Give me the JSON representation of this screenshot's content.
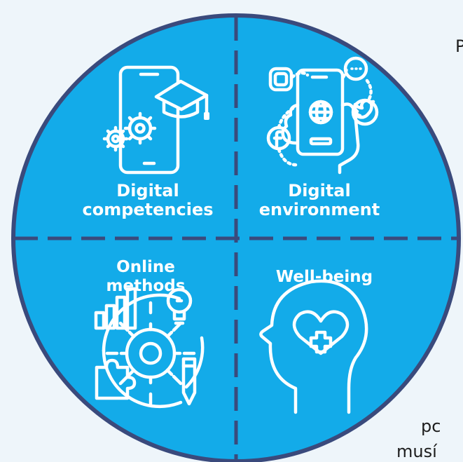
{
  "quadrants": {
    "top_left": {
      "label_line1": "Digital",
      "label_line2": "competencies",
      "icon": "smartphone-graduation-cap-gears-icon"
    },
    "top_right": {
      "label_line1": "Digital",
      "label_line2": "environment",
      "icon": "hand-holding-phone-social-media-icon"
    },
    "bottom_left": {
      "label_line1": "Online",
      "label_line2": "methods",
      "icon": "gear-chart-puzzle-bulb-pencil-icon"
    },
    "bottom_right": {
      "label_line1": "Well-being",
      "icon": "head-heart-medical-cross-icon"
    }
  },
  "background_text": [
    "P",
    "pc",
    "musí"
  ],
  "colors": {
    "circle_fill": "#13abe9",
    "outline": "#3a4a7c",
    "icon_stroke": "#ffffff",
    "page_background": "#eef5fa"
  }
}
